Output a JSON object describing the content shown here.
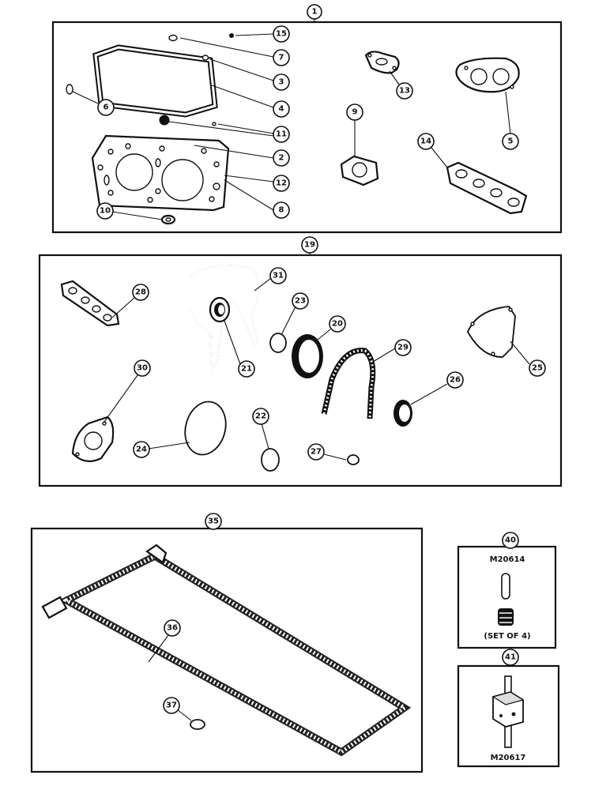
{
  "callouts": {
    "c1": "1",
    "c2": "2",
    "c3": "3",
    "c4": "4",
    "c5": "5",
    "c6": "6",
    "c7": "7",
    "c8": "8",
    "c9": "9",
    "c10": "10",
    "c11": "11",
    "c12": "12",
    "c13": "13",
    "c14": "14",
    "c15": "15",
    "c19": "19",
    "c20": "20",
    "c21": "21",
    "c22": "22",
    "c23": "23",
    "c24": "24",
    "c25": "25",
    "c26": "26",
    "c27": "27",
    "c28": "28",
    "c29": "29",
    "c30": "30",
    "c31": "31",
    "c35": "35",
    "c36": "36",
    "c37": "37",
    "c40": "40",
    "c41": "41"
  },
  "kit_40": {
    "part_number": "M20614",
    "note": "(SET OF 4)"
  },
  "kit_41": {
    "part_number": "M20617"
  }
}
